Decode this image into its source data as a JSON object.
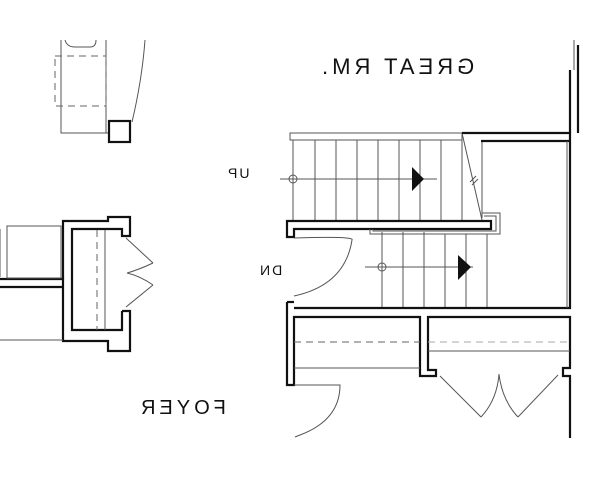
{
  "labels": {
    "room_great": "GREAT RM.",
    "stair_up": "UP",
    "stair_down": "DN",
    "room_foyer": "FOYER"
  },
  "text_mirrored": true
}
